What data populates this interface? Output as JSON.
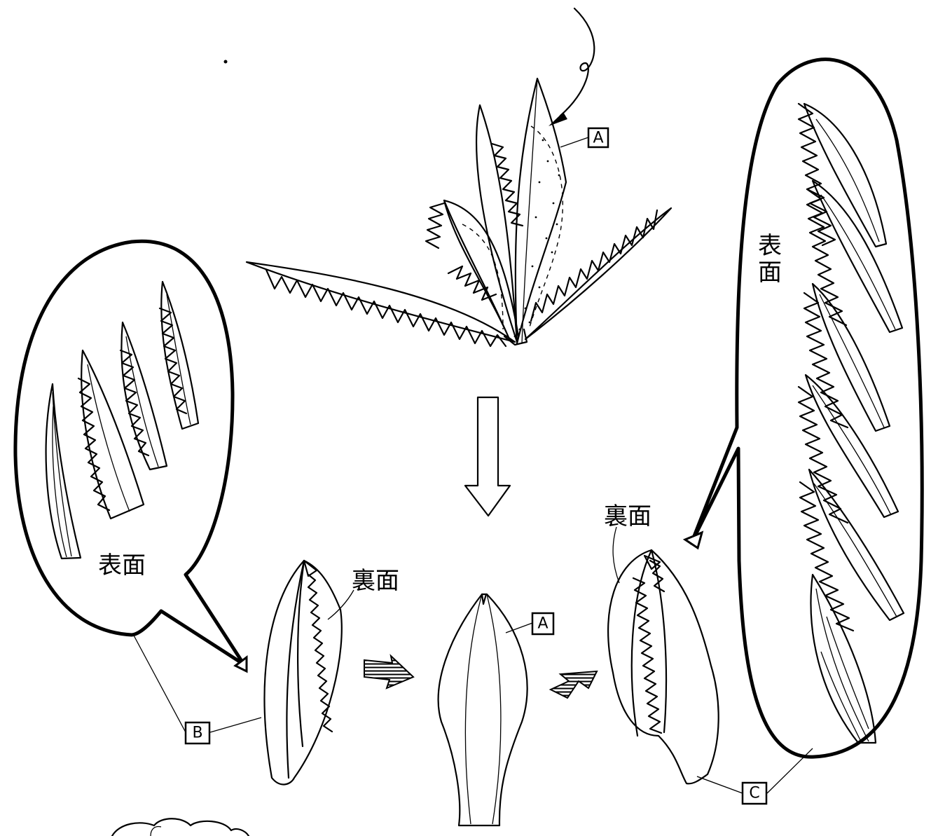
{
  "labels": {
    "a_top": "A",
    "a_bottom": "A",
    "b": "B",
    "c": "C"
  },
  "annotations": {
    "left_bubble_surface": "表面",
    "right_bubble_surface": "表面",
    "left_leaf_back": "裏面",
    "right_leaf_back": "裏面"
  }
}
